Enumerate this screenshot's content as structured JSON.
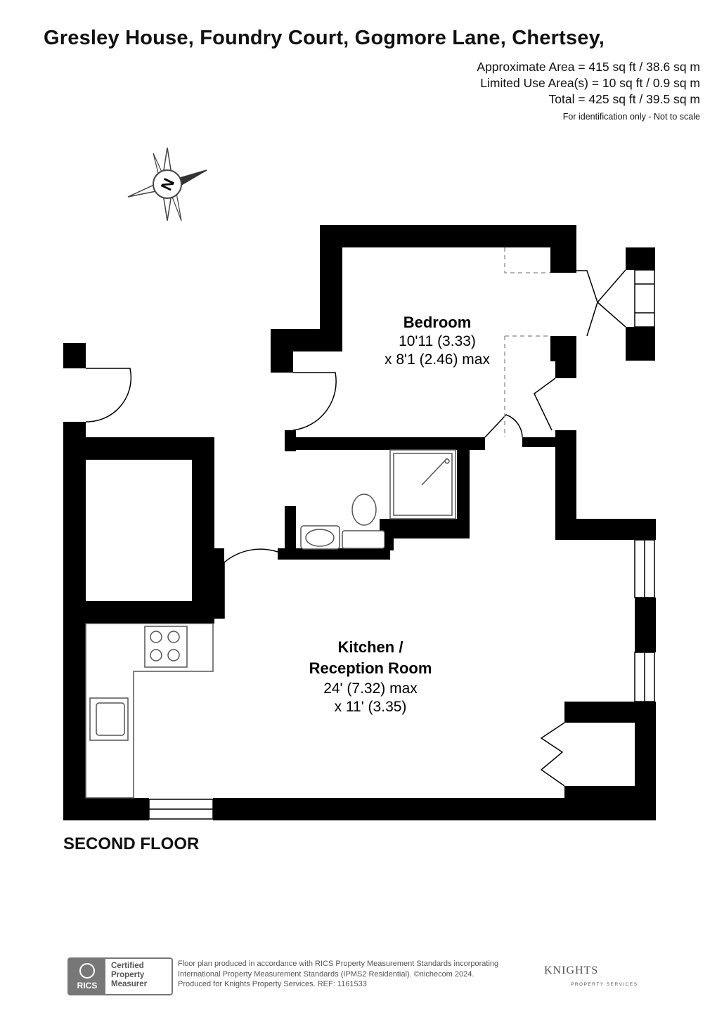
{
  "header": {
    "title": "Gresley House, Foundry Court, Gogmore Lane, Chertsey,",
    "approx_area": "Approximate Area = 415 sq ft / 38.6 sq m",
    "limited_use": "Limited Use Area(s) = 10 sq ft / 0.9 sq m",
    "total": "Total = 425 sq ft / 39.5 sq m",
    "note": "For identification only - Not to scale"
  },
  "compass": {
    "label": "N"
  },
  "rooms": {
    "bedroom": {
      "name": "Bedroom",
      "dim1": "10'11 (3.33)",
      "dim2": "x 8'1 (2.46) max"
    },
    "kitchen": {
      "name1": "Kitchen /",
      "name2": "Reception Room",
      "dim1": "24' (7.32) max",
      "dim2": "x 11' (3.35)"
    }
  },
  "floor_label": "SECOND FLOOR",
  "footer": {
    "rics_badge": [
      "Certified",
      "Property",
      "Measurer"
    ],
    "rics_mark": "RICS",
    "lines": [
      "Floor plan produced in accordance with RICS Property Measurement Standards incorporating",
      "International Property Measurement Standards (IPMS2 Residential).  ©nichecom 2024.",
      "Produced for Knights Property Services.   REF:  1161533"
    ],
    "logo_name": "KNIGHTS",
    "logo_sub": "PROPERTY SERVICES"
  },
  "colors": {
    "wall": "#000000",
    "fixture": "#555555",
    "dashed": "#999999"
  }
}
